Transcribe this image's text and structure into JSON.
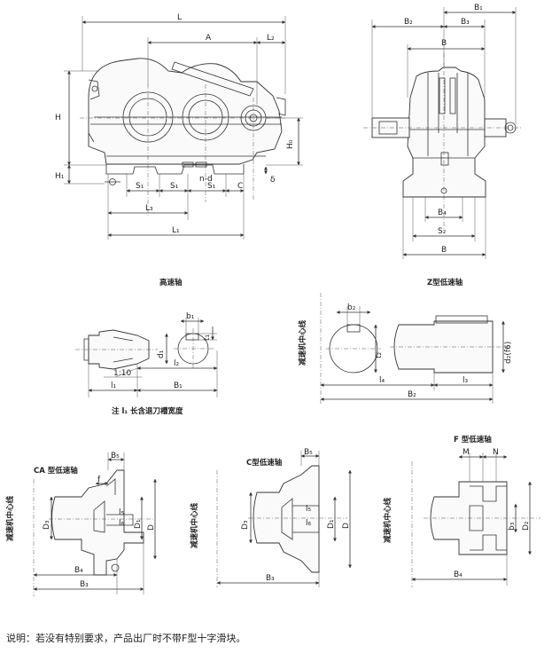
{
  "main_view": {
    "L": "L",
    "A": "A",
    "L2": "L₂",
    "H": "H",
    "H1": "H₁",
    "H0": "H₀",
    "delta": "δ",
    "S1": "S₁",
    "C": "C",
    "nd": "n-d",
    "L3": "L₃",
    "L1": "L₁"
  },
  "side_view": {
    "B1": "B₁",
    "B2": "B₂",
    "B3": "B₃",
    "B": "B",
    "B4": "B₄",
    "S2": "S₂"
  },
  "hs_shaft": {
    "title": "高速轴",
    "b1": "b₁",
    "t1": "t₁",
    "d1": "d₁",
    "taper": "1:10",
    "l1": "l₁",
    "B1": "B₁",
    "l2": "l₂",
    "note": "注 l₁ 长含退刀槽宽度"
  },
  "z_shaft": {
    "title": "Z型低速轴",
    "b2": "b₂",
    "t2": "t₂",
    "d2": "d₂(f6)",
    "l4": "l₄",
    "l3": "l₃",
    "B2": "B₂",
    "side": "减速机中心线"
  },
  "ca_shaft": {
    "title": "CA 型低速轴",
    "B5": "B₅",
    "f": "f",
    "D3": "D₃",
    "l5": "l₅",
    "l6": "l₆",
    "D1": "D₁",
    "D": "D",
    "B4": "B₄",
    "B3": "B₃",
    "side": "减速机中心线"
  },
  "c_shaft": {
    "title": "C型低速轴",
    "B5": "B₅",
    "D3": "D₃",
    "l5": "l₅",
    "l6": "l₆",
    "D1": "D₁",
    "D": "D",
    "B3": "B₃",
    "side": "减速机中心线"
  },
  "f_shaft": {
    "title": "F 型低速轴",
    "M": "M",
    "N": "N",
    "b3": "b₃",
    "D2": "D₂",
    "B4": "B₄",
    "side": "减速机中心线"
  },
  "footnote": "说明：若没有特别要求，产品出厂时不带F型十字滑块。"
}
